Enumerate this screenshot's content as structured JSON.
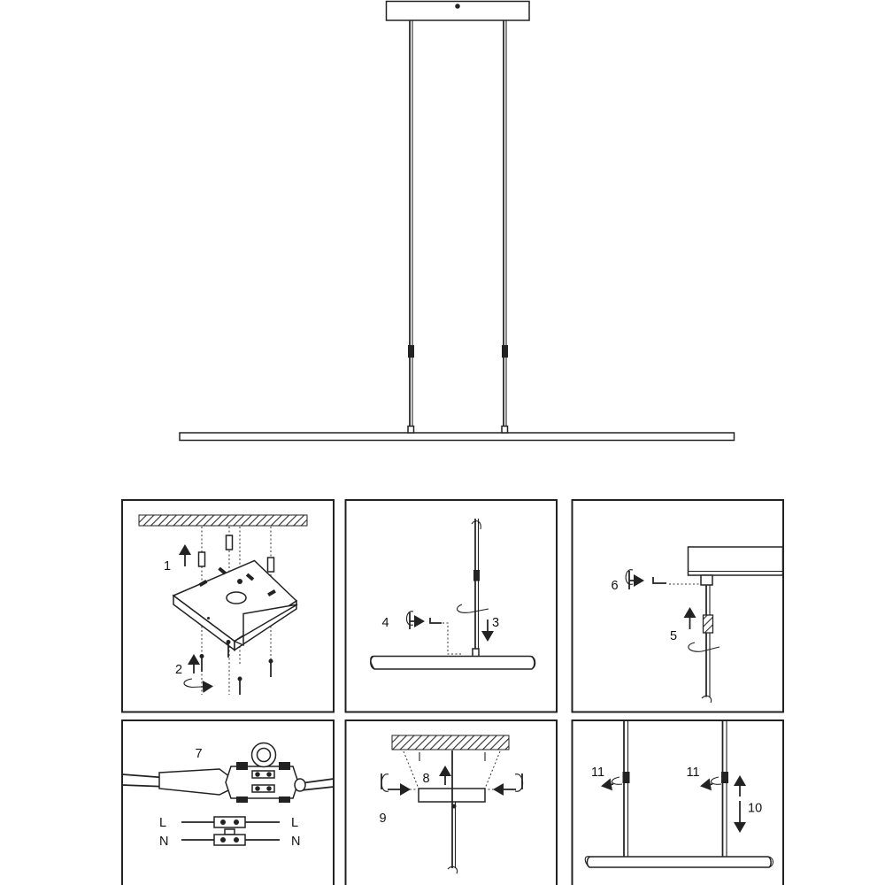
{
  "steps": {
    "s1": "1",
    "s2": "2",
    "s3": "3",
    "s4": "4",
    "s5": "5",
    "s6": "6",
    "s7": "7",
    "s8": "8",
    "s9": "9",
    "s10": "10",
    "s11a": "11",
    "s11b": "11"
  },
  "wiring": {
    "live_left": "L",
    "live_right": "L",
    "neutral_left": "N",
    "neutral_right": "N"
  }
}
